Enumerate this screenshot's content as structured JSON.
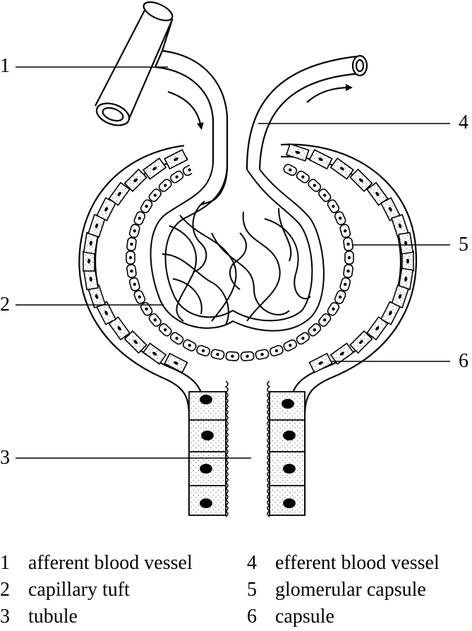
{
  "labels": [
    {
      "number": "1",
      "text": "afferent blood vessel"
    },
    {
      "number": "2",
      "text": "capillary tuft"
    },
    {
      "number": "3",
      "text": "tubule"
    },
    {
      "number": "4",
      "text": "efferent blood vessel"
    },
    {
      "number": "5",
      "text": "glomerular capsule"
    },
    {
      "number": "6",
      "text": "capsule"
    }
  ]
}
